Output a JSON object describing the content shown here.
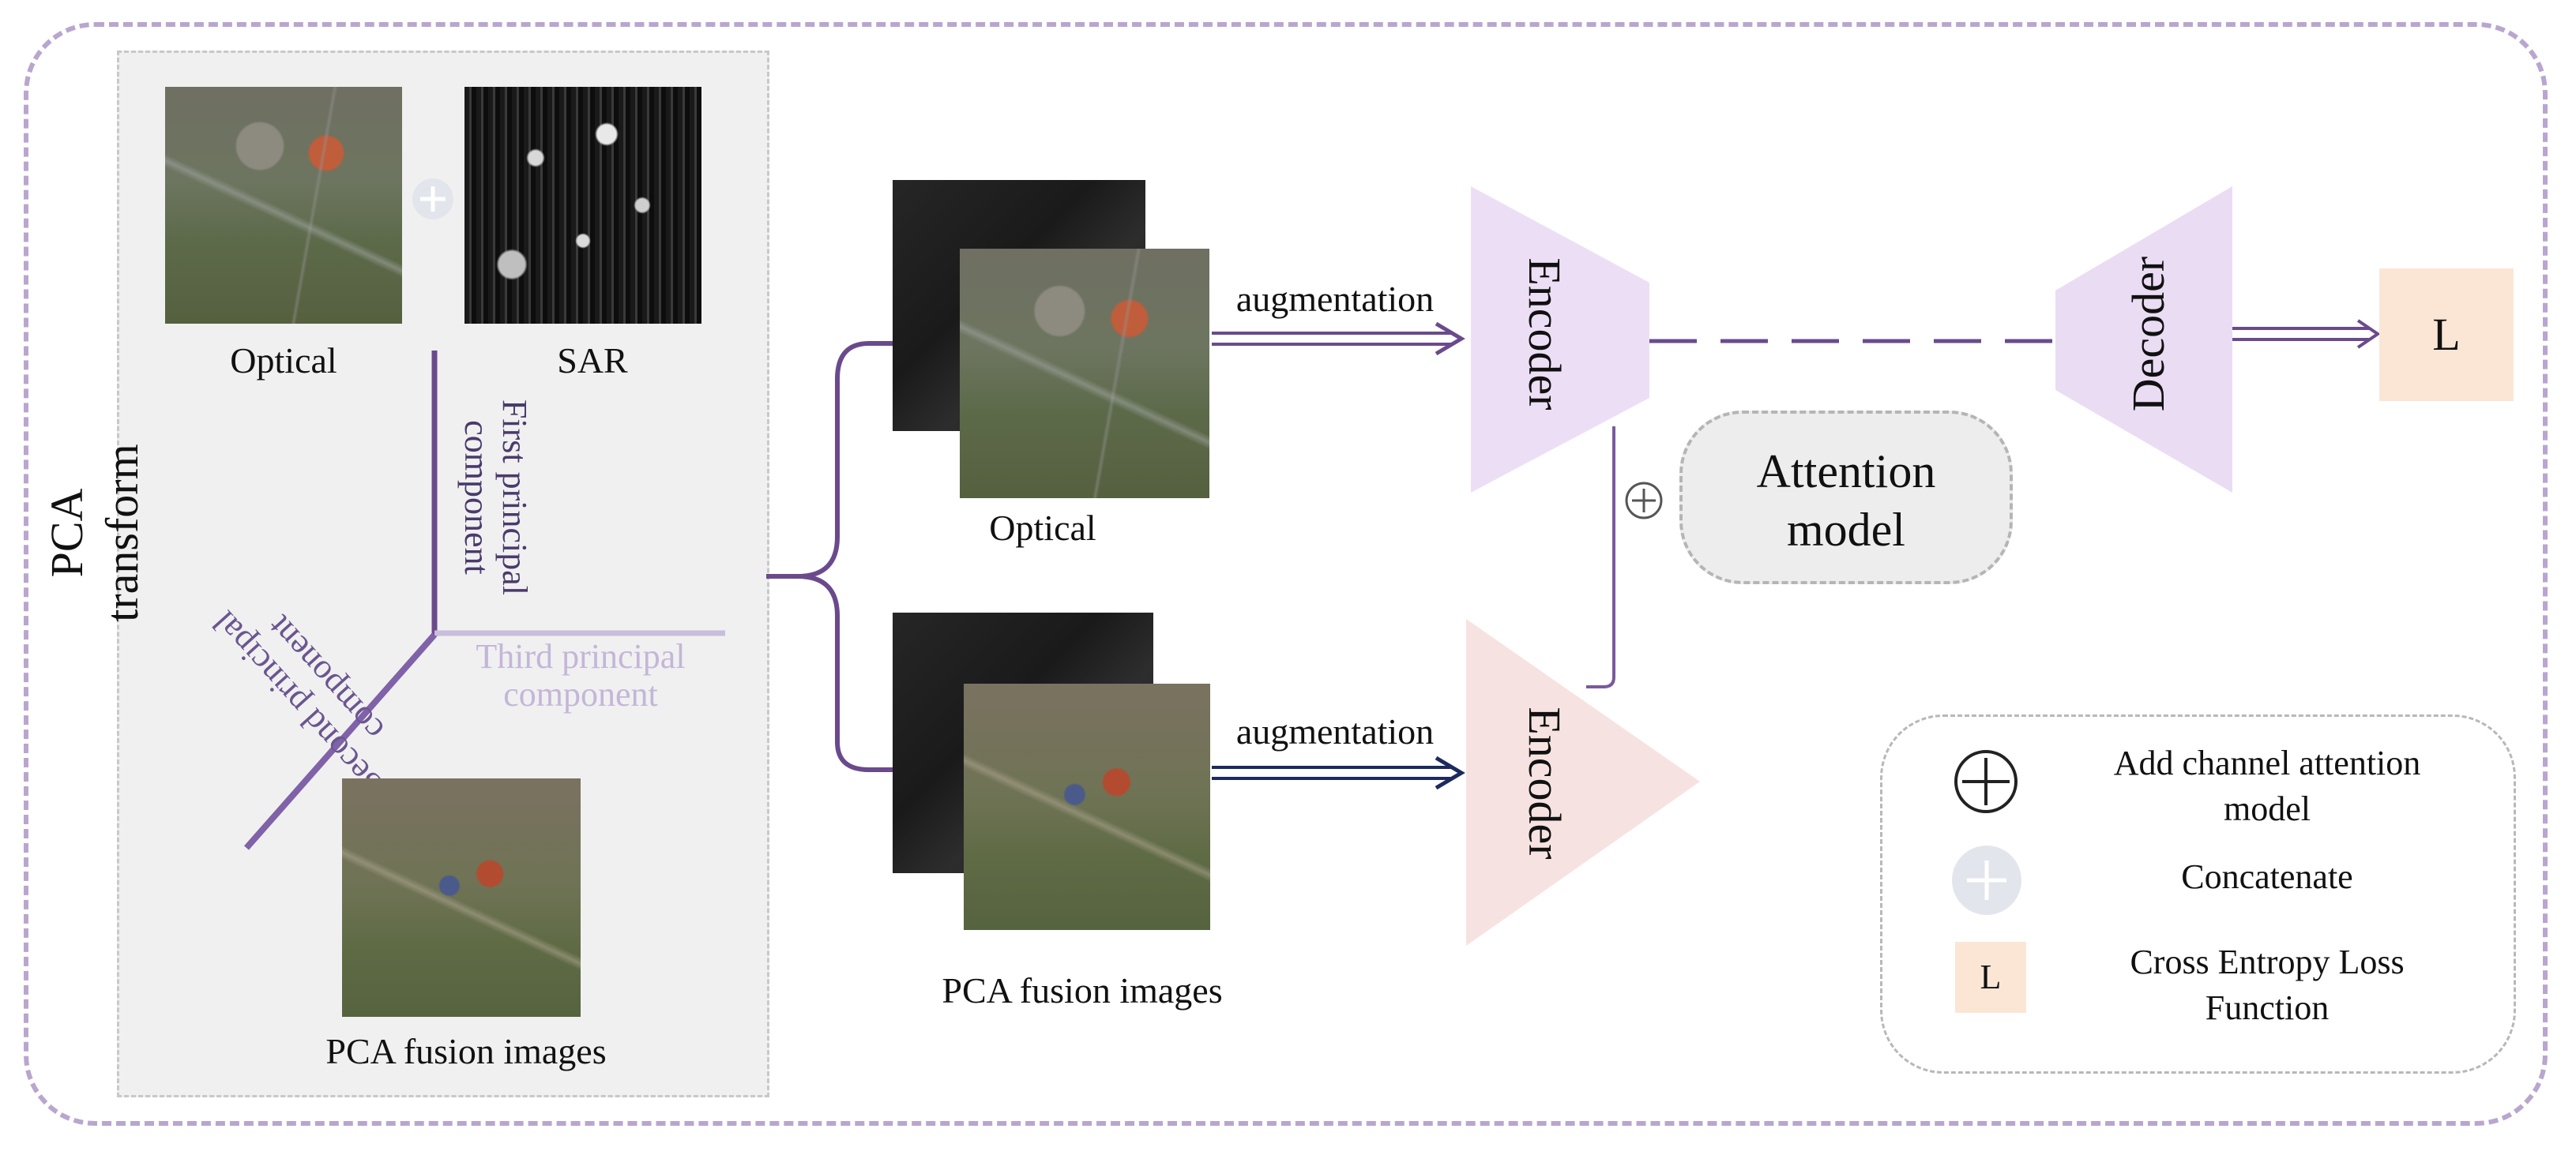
{
  "pca_panel": {
    "title": "PCA transform",
    "optical_label": "Optical",
    "sar_label": "SAR",
    "first_component": [
      "First principal",
      "component"
    ],
    "second_component": [
      "Second principal",
      "component"
    ],
    "third_component": [
      "Third principal",
      "component"
    ],
    "fusion_label": "PCA fusion images"
  },
  "branches": {
    "top_label": "Optical",
    "bottom_label": "PCA fusion images",
    "augmentation_top": "augmentation",
    "augmentation_bottom": "augmentation"
  },
  "blocks": {
    "encoder_top": "Encoder",
    "encoder_bottom": "Encoder",
    "decoder": "Decoder",
    "attention": [
      "Attention",
      "model"
    ],
    "loss": "L"
  },
  "legend": {
    "add_attention": [
      "Add channel attention",
      "model"
    ],
    "concatenate": "Concatenate",
    "loss_symbol": "L",
    "loss_text": [
      "Cross Entropy Loss",
      "Function"
    ]
  },
  "colors": {
    "outer_border": "#b9a6cf",
    "purple_line": "#6a4a8c",
    "navy_line": "#1c2a5e",
    "encoder_top_fill": "#ecdff5",
    "encoder_bottom_fill": "#f6e3e1",
    "decoder_fill": "#e9dcf3",
    "loss_fill": "#fbe6d6"
  },
  "icons": [
    "circle-plus-icon",
    "concatenate-icon"
  ]
}
